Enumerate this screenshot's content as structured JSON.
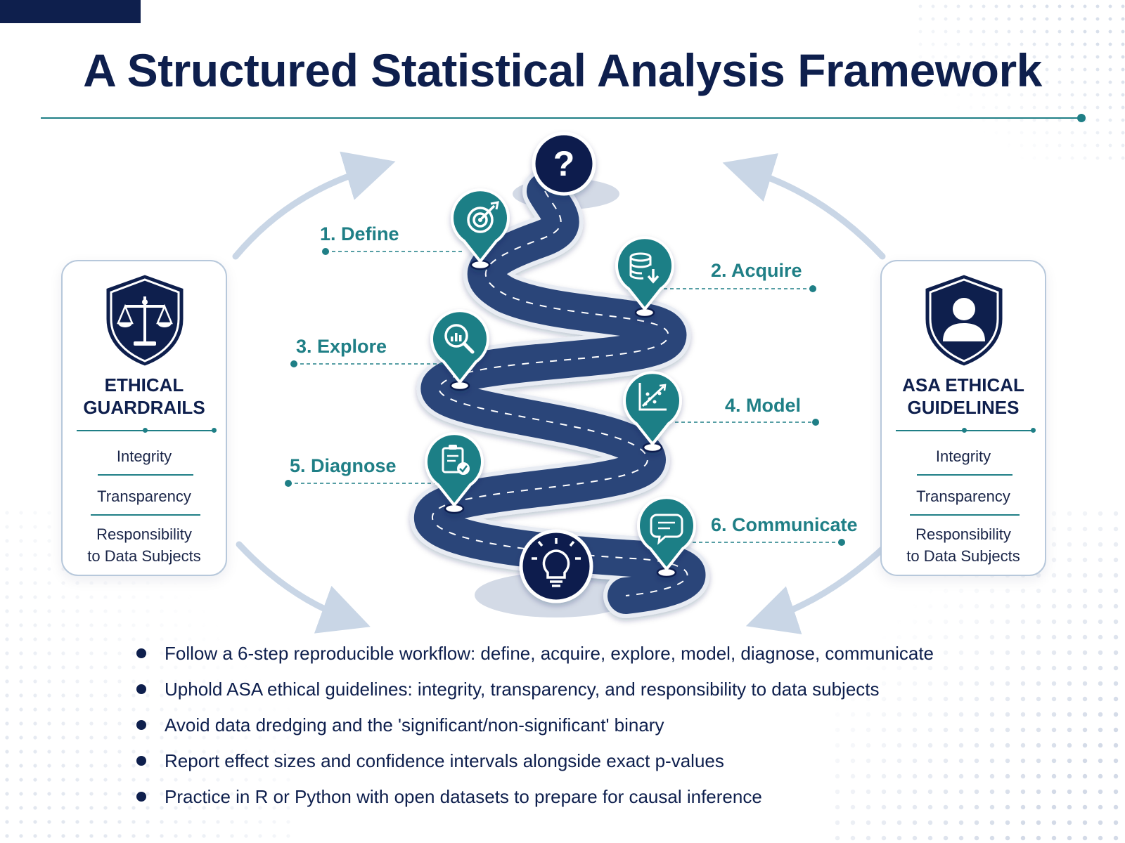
{
  "title": "A Structured Statistical Analysis Framework",
  "colors": {
    "navy": "#0e1f4d",
    "teal": "#1f7f86",
    "road": "#2a4479",
    "arrow": "#c9d6e6"
  },
  "start_icon": "question-mark-icon",
  "end_icon": "lightbulb-icon",
  "steps": [
    {
      "label": "1. Define",
      "icon": "target-icon"
    },
    {
      "label": "2. Acquire",
      "icon": "database-download-icon"
    },
    {
      "label": "3. Explore",
      "icon": "magnifier-chart-icon"
    },
    {
      "label": "4. Model",
      "icon": "scatter-trend-icon"
    },
    {
      "label": "5. Diagnose",
      "icon": "clipboard-check-icon"
    },
    {
      "label": "6. Communicate",
      "icon": "chat-bubble-icon"
    }
  ],
  "left_panel": {
    "icon": "scales-shield-icon",
    "title_lines": [
      "ETHICAL",
      "GUARDRAILS"
    ],
    "items": [
      "Integrity",
      "Transparency"
    ],
    "last_item_lines": [
      "Responsibility",
      "to Data Subjects"
    ]
  },
  "right_panel": {
    "icon": "person-shield-icon",
    "title_lines": [
      "ASA ETHICAL",
      "GUIDELINES"
    ],
    "items": [
      "Integrity",
      "Transparency"
    ],
    "last_item_lines": [
      "Responsibility",
      "to Data Subjects"
    ]
  },
  "bullets": [
    "Follow a 6-step reproducible workflow: define, acquire, explore, model, diagnose, communicate",
    "Uphold ASA ethical guidelines: integrity, transparency, and responsibility to data subjects",
    "Avoid data dredging and the 'significant/non-significant' binary",
    "Report effect sizes and confidence intervals alongside exact p-values",
    "Practice in R or Python with open datasets to prepare for causal inference"
  ]
}
